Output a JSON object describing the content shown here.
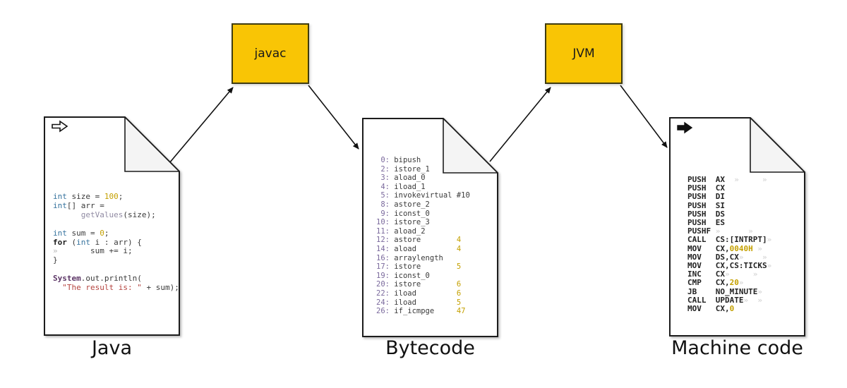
{
  "stages": [
    {
      "label": "Java",
      "icon": "open-arrow"
    },
    {
      "label": "Bytecode",
      "icon": "none"
    },
    {
      "label": "Machine code",
      "icon": "solid-arrow"
    }
  ],
  "processors": [
    {
      "label": "javac"
    },
    {
      "label": "JVM"
    }
  ],
  "colors": {
    "box_fill": "#f9c505",
    "box_border": "#3f3c10",
    "keyword_blue": "#36739e",
    "number_gold": "#c4a000",
    "method_lavender": "#918ba3",
    "system_purple": "#5c3566",
    "string_red": "#b5443f",
    "linenumber_purple": "#7b6a9d",
    "code_dark": "#3a3a3a",
    "whitespace_mark_gray": "#b9b9b9"
  },
  "java_code": {
    "lines": [
      [
        [
          "int",
          "kw"
        ],
        [
          " size = ",
          "p"
        ],
        [
          "100",
          "num"
        ],
        [
          ";",
          "p"
        ]
      ],
      [
        [
          "int",
          "kw"
        ],
        [
          "[] arr =",
          "p"
        ]
      ],
      [
        [
          "      ",
          "p"
        ],
        [
          "getValues",
          "meth"
        ],
        [
          "(size);",
          "p"
        ]
      ],
      [],
      [
        [
          "int",
          "kw"
        ],
        [
          " sum = ",
          "p"
        ],
        [
          "0",
          "num"
        ],
        [
          ";",
          "p"
        ]
      ],
      [
        [
          "for",
          "kwb"
        ],
        [
          " (",
          "p"
        ],
        [
          "int",
          "kw"
        ],
        [
          " i : arr) {",
          "p"
        ]
      ],
      [
        [
          "»",
          "ws"
        ],
        [
          "       sum += i;",
          "p"
        ]
      ],
      [
        [
          "}",
          "p"
        ]
      ],
      [],
      [
        [
          "System",
          "sys"
        ],
        [
          ".out.println(",
          "p"
        ]
      ],
      [
        [
          "  ",
          "p"
        ],
        [
          "\"The result is: \"",
          "str"
        ],
        [
          " + sum);",
          "p"
        ]
      ]
    ]
  },
  "bytecode": {
    "lines": [
      [
        [
          " 0: ",
          "ln"
        ],
        [
          "bipush",
          "p"
        ]
      ],
      [
        [
          " 2: ",
          "ln"
        ],
        [
          "istore_1",
          "p"
        ]
      ],
      [
        [
          " 3: ",
          "ln"
        ],
        [
          "aload_0",
          "p"
        ]
      ],
      [
        [
          " 4: ",
          "ln"
        ],
        [
          "iload_1",
          "p"
        ]
      ],
      [
        [
          " 5: ",
          "ln"
        ],
        [
          "invokevirtual #10",
          "p"
        ]
      ],
      [
        [
          " 8: ",
          "ln"
        ],
        [
          "astore_2",
          "p"
        ]
      ],
      [
        [
          " 9: ",
          "ln"
        ],
        [
          "iconst_0",
          "p"
        ]
      ],
      [
        [
          "10: ",
          "ln"
        ],
        [
          "istore_3",
          "p"
        ]
      ],
      [
        [
          "11: ",
          "ln"
        ],
        [
          "aload_2",
          "p"
        ]
      ],
      [
        [
          "12: ",
          "ln"
        ],
        [
          "astore",
          "p"
        ],
        [
          "        ",
          "p"
        ],
        [
          "4",
          "num"
        ]
      ],
      [
        [
          "14: ",
          "ln"
        ],
        [
          "aload",
          "p"
        ],
        [
          "         ",
          "p"
        ],
        [
          "4",
          "num"
        ]
      ],
      [
        [
          "16: ",
          "ln"
        ],
        [
          "arraylength",
          "p"
        ]
      ],
      [
        [
          "17: ",
          "ln"
        ],
        [
          "istore",
          "p"
        ],
        [
          "        ",
          "p"
        ],
        [
          "5",
          "num"
        ]
      ],
      [
        [
          "19: ",
          "ln"
        ],
        [
          "iconst_0",
          "p"
        ]
      ],
      [
        [
          "20: ",
          "ln"
        ],
        [
          "istore",
          "p"
        ],
        [
          "        ",
          "p"
        ],
        [
          "6",
          "num"
        ]
      ],
      [
        [
          "22: ",
          "ln"
        ],
        [
          "iload",
          "p"
        ],
        [
          "         ",
          "p"
        ],
        [
          "6",
          "num"
        ]
      ],
      [
        [
          "24: ",
          "ln"
        ],
        [
          "iload",
          "p"
        ],
        [
          "         ",
          "p"
        ],
        [
          "5",
          "num"
        ]
      ],
      [
        [
          "26: ",
          "ln"
        ],
        [
          "if_icmpge",
          "p"
        ],
        [
          "     ",
          "p"
        ],
        [
          "47",
          "num"
        ]
      ]
    ]
  },
  "machine_code": {
    "lines": [
      [
        [
          "PUSH  AX",
          "b"
        ],
        [
          "  »",
          "ws2"
        ],
        [
          "     »",
          "ws2"
        ]
      ],
      [
        [
          "PUSH  CX",
          "b"
        ]
      ],
      [
        [
          "PUSH  DI",
          "b"
        ]
      ],
      [
        [
          "PUSH  SI",
          "b"
        ]
      ],
      [
        [
          "PUSH  DS",
          "b"
        ]
      ],
      [
        [
          "PUSH  ES",
          "b"
        ]
      ],
      [
        [
          "PUSHF",
          "b"
        ],
        [
          " »",
          "ws2"
        ],
        [
          "      »",
          "ws2"
        ]
      ],
      [
        [
          "CALL  CS:[INTRPT]",
          "b"
        ],
        [
          "»",
          "ws2"
        ]
      ],
      [
        [
          "MOV   CX,",
          "b"
        ],
        [
          "0040H",
          "numb"
        ],
        [
          " »",
          "ws2"
        ]
      ],
      [
        [
          "MOV   DS,CX",
          "b"
        ],
        [
          "»",
          "ws2"
        ],
        [
          "    »",
          "ws2"
        ]
      ],
      [
        [
          "MOV   CX,CS:TICKS",
          "b"
        ],
        [
          "»",
          "ws2"
        ]
      ],
      [
        [
          "INC   CX",
          "b"
        ],
        [
          "»",
          "ws2"
        ],
        [
          "     »",
          "ws2"
        ]
      ],
      [
        [
          "CMP   CX,",
          "b"
        ],
        [
          "20",
          "numb"
        ],
        [
          "»",
          "ws2"
        ]
      ],
      [
        [
          "JB    NO_MINUTE",
          "b"
        ],
        [
          "»",
          "ws2"
        ]
      ],
      [
        [
          "CALL  UPDATE",
          "b"
        ],
        [
          "»",
          "ws2"
        ],
        [
          "  »",
          "ws2"
        ]
      ],
      [
        [
          "MOV   CX,",
          "b"
        ],
        [
          "0",
          "numb"
        ]
      ]
    ]
  }
}
